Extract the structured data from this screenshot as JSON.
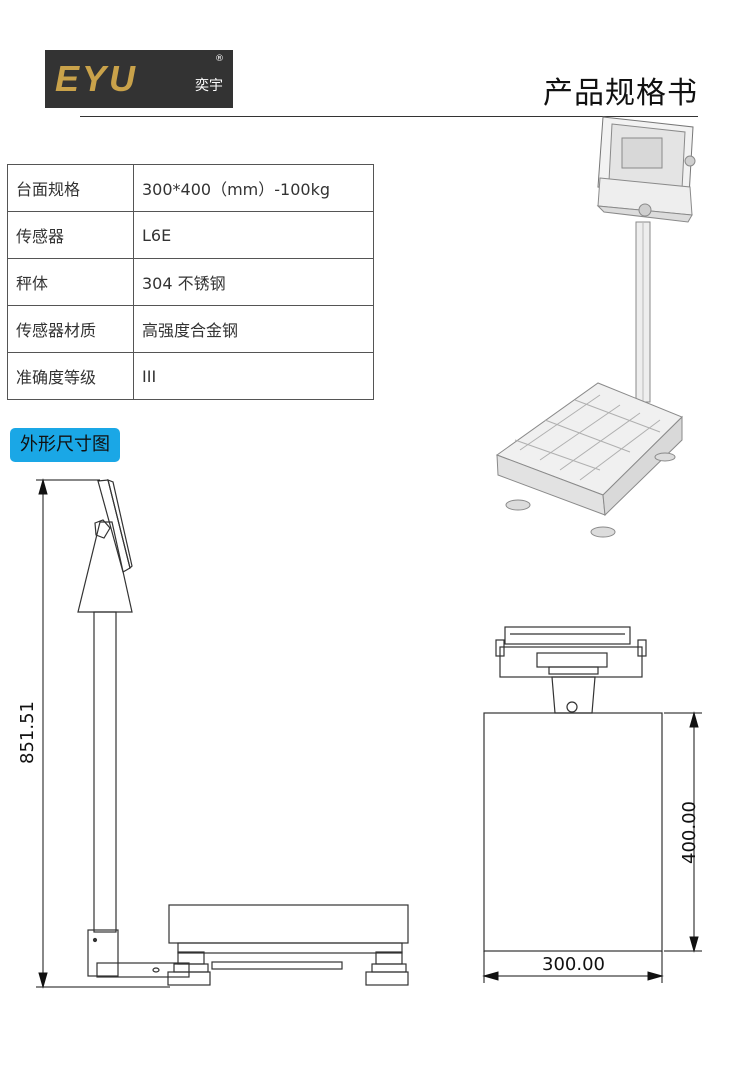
{
  "header": {
    "brand": "EYU",
    "brand_cn": "奕宇",
    "registered": "®",
    "title": "产品规格书"
  },
  "spec_table": [
    {
      "key": "台面规格",
      "value": "300*400（mm）-100kg"
    },
    {
      "key": "传感器",
      "value": "L6E"
    },
    {
      "key": "秤体",
      "value": "304 不锈钢"
    },
    {
      "key": "传感器材质",
      "value": "高强度合金钢"
    },
    {
      "key": "准确度等级",
      "value": "III"
    }
  ],
  "section": {
    "dimension_title": "外形尺寸图"
  },
  "dimensions": {
    "height": "851.51",
    "depth": "400.00",
    "width": "300.00"
  },
  "colors": {
    "badge": "#1aa7e6",
    "logo_bg": "#333333",
    "logo_gold": "#c9a24a"
  }
}
